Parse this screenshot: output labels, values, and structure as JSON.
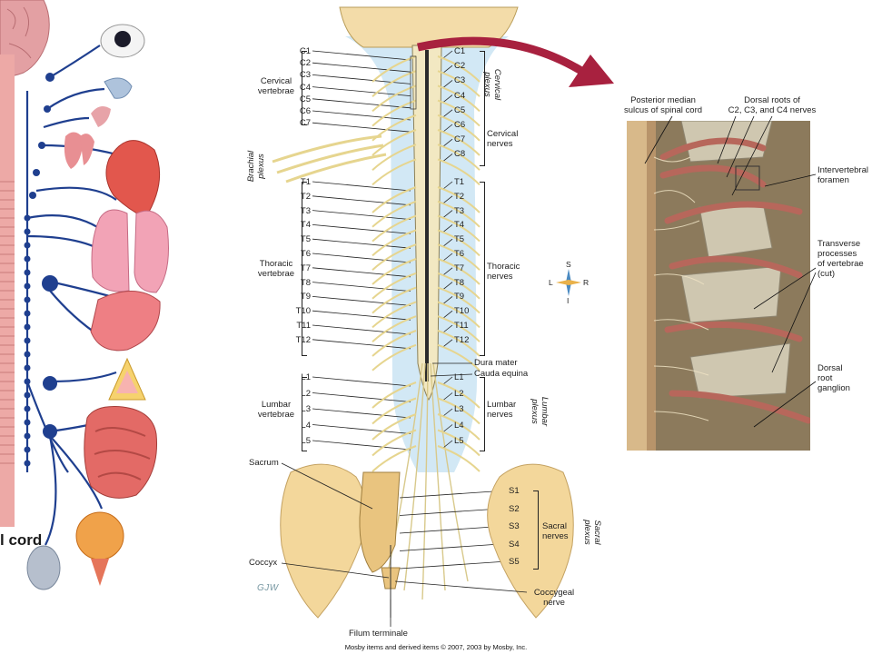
{
  "left_panel": {
    "cord_label": "l cord"
  },
  "center_panel": {
    "cervical_vertebrae_levels": [
      "C1",
      "C2",
      "C3",
      "C4",
      "C5",
      "C6",
      "C7"
    ],
    "cervical_nerve_levels": [
      "C1",
      "C2",
      "C3",
      "C4",
      "C5",
      "C6",
      "C7",
      "C8"
    ],
    "thoracic_levels": [
      "T1",
      "T2",
      "T3",
      "T4",
      "T5",
      "T6",
      "T7",
      "T8",
      "T9",
      "T10",
      "T11",
      "T12"
    ],
    "lumbar_levels": [
      "L1",
      "L2",
      "L3",
      "L4",
      "L5"
    ],
    "sacral_levels": [
      "S1",
      "S2",
      "S3",
      "S4",
      "S5"
    ],
    "labels": {
      "cervical_vertebrae": "Cervical\nvertebrae",
      "cervical_plexus": "Cervical\nplexus",
      "cervical_nerves": "Cervical\nnerves",
      "brachial_plexus": "Brachial\nplexus",
      "thoracic_vertebrae": "Thoracic\nvertebrae",
      "thoracic_nerves": "Thoracic\nnerves",
      "dura_mater": "Dura mater",
      "cauda_equina": "Cauda equina",
      "lumbar_vertebrae": "Lumbar\nvertebrae",
      "lumbar_nerves": "Lumbar\nnerves",
      "lumbar_plexus": "Lumbar\nplexus",
      "sacrum": "Sacrum",
      "sacral_nerves": "Sacral\nnerves",
      "sacral_plexus": "Sacral\nplexus",
      "coccyx": "Coccyx",
      "coccygeal_nerve": "Coccygeal\nnerve",
      "filum_terminale": "Filum terminale",
      "artist_initials": "GJW"
    },
    "compass": {
      "s": "S",
      "l": "L",
      "r": "R",
      "i": "I"
    }
  },
  "right_panel": {
    "labels": {
      "posterior_median_sulcus": "Posterior median\nsulcus of spinal cord",
      "dorsal_roots": "Dorsal roots of\nC2, C3, and C4 nerves",
      "intervertebral_foramen": "Intervertebral\nforamen",
      "transverse_processes": "Transverse\nprocesses\nof vertebrae\n(cut)",
      "dorsal_root_ganglion": "Dorsal\nroot\nganglion"
    }
  },
  "footer": {
    "copyright": "Mosby items and derived items © 2007, 2003 by Mosby, Inc."
  },
  "colors": {
    "nerve_blue": "#1f3f8f",
    "cord_pink": "#e79a98",
    "arrow_red": "#a8213f",
    "bone": "#f1d49a",
    "csf_blue": "#bfe0f2",
    "nerve_yellow": "#f2e2a0"
  }
}
